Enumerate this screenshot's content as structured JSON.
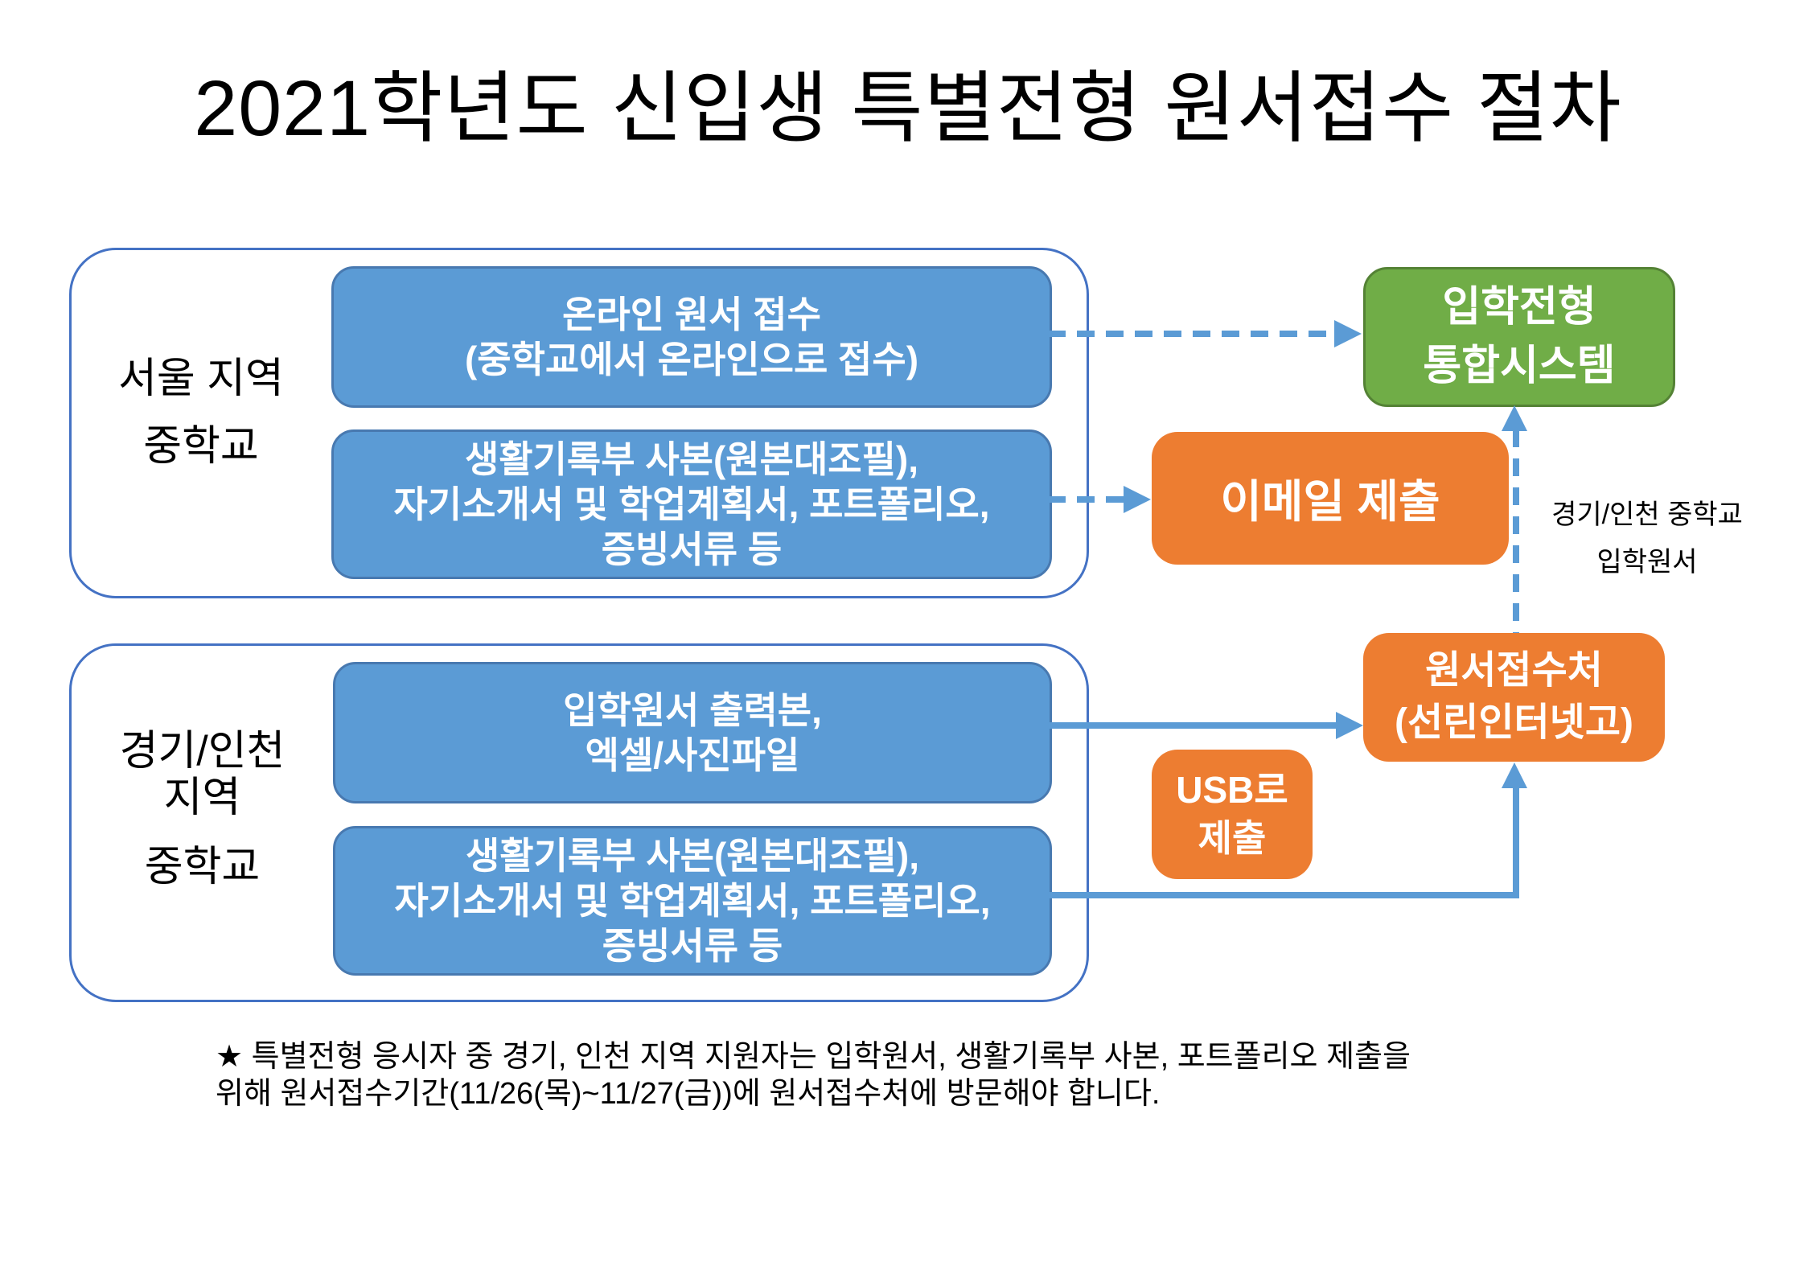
{
  "title": "2021학년도 신입생 특별전형 원서접수 절차",
  "colors": {
    "box_blue": "#5B9BD5",
    "box_blue_border": "#4879B0",
    "box_green": "#70AD47",
    "box_green_border": "#548235",
    "box_orange": "#ED7D31",
    "group_border": "#4472C4",
    "arrow_blue": "#5B9BD5",
    "text_black": "#000000",
    "text_white": "#FFFFFF"
  },
  "groups": [
    {
      "label_lines": [
        "서울 지역",
        "중학교"
      ],
      "boxes": [
        {
          "lines": [
            "온라인 원서 접수",
            "(중학교에서 온라인으로 접수)"
          ]
        },
        {
          "lines": [
            "생활기록부 사본(원본대조필),",
            "자기소개서 및 학업계획서, 포트폴리오,",
            "증빙서류 등"
          ]
        }
      ]
    },
    {
      "label_lines": [
        "경기/인천",
        "지역",
        "중학교"
      ],
      "boxes": [
        {
          "lines": [
            "입학원서 출력본,",
            "엑셀/사진파일"
          ]
        },
        {
          "lines": [
            "생활기록부 사본(원본대조필),",
            "자기소개서 및 학업계획서, 포트폴리오,",
            "증빙서류 등"
          ]
        }
      ]
    }
  ],
  "nodes": {
    "admission_system": {
      "lines": [
        "입학전형",
        "통합시스템"
      ]
    },
    "email_submit": {
      "label": "이메일 제출"
    },
    "usb_submit": {
      "lines": [
        "USB로",
        "제출"
      ]
    },
    "application_office": {
      "lines": [
        "원서접수처",
        "(선린인터넷고)"
      ]
    }
  },
  "arrow_annotation": {
    "line1": "경기/인천 중학교",
    "line2": "입학원서"
  },
  "note": {
    "line1": "★ 특별전형 응시자 중 경기, 인천 지역 지원자는 입학원서, 생활기록부 사본, 포트폴리오 제출을",
    "line2": "위해 원서접수기간(11/26(목)~11/27(금))에 원서접수처에 방문해야 합니다."
  }
}
